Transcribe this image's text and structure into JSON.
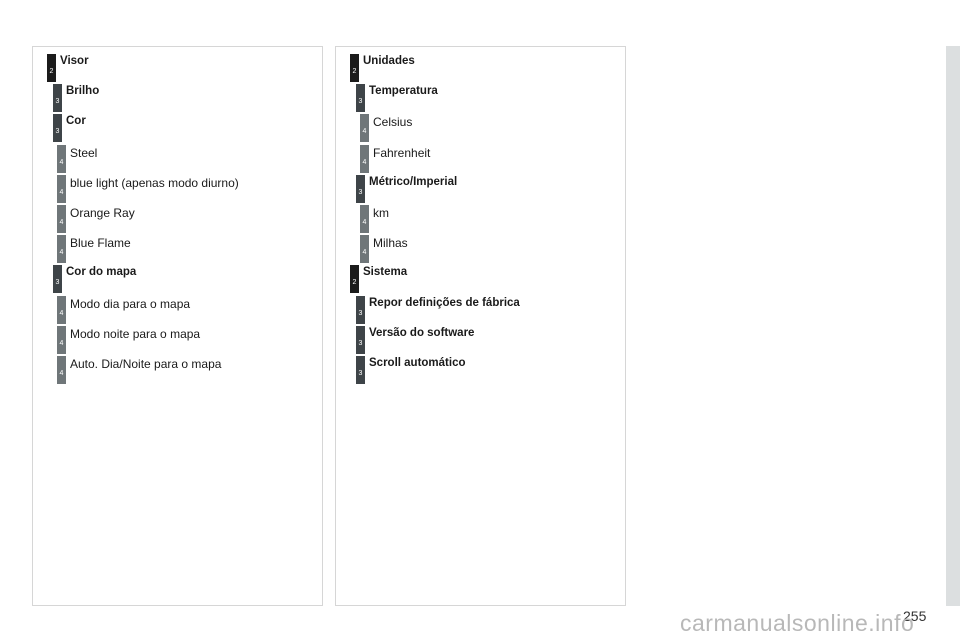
{
  "left": [
    {
      "level": "2",
      "label": "Visor",
      "bold": true
    },
    {
      "level": "3",
      "label": "Brilho",
      "bold": true
    },
    {
      "level": "3",
      "label": "Cor",
      "bold": true
    },
    {
      "level": "4",
      "label": "Steel",
      "bold": false
    },
    {
      "level": "4",
      "label": "blue light (apenas modo diurno)",
      "bold": false
    },
    {
      "level": "4",
      "label": "Orange Ray",
      "bold": false
    },
    {
      "level": "4",
      "label": "Blue Flame",
      "bold": false
    },
    {
      "level": "3",
      "label": "Cor do mapa",
      "bold": true
    },
    {
      "level": "4",
      "label": "Modo dia para o mapa",
      "bold": false
    },
    {
      "level": "4",
      "label": "Modo noite para o mapa",
      "bold": false
    },
    {
      "level": "4",
      "label": "Auto. Dia/Noite para o mapa",
      "bold": false
    }
  ],
  "right": [
    {
      "level": "2",
      "label": "Unidades",
      "bold": true
    },
    {
      "level": "3",
      "label": "Temperatura",
      "bold": true
    },
    {
      "level": "4",
      "label": "Celsius",
      "bold": false
    },
    {
      "level": "4",
      "label": "Fahrenheit",
      "bold": false
    },
    {
      "level": "3",
      "label": "Métrico/Imperial",
      "bold": true
    },
    {
      "level": "4",
      "label": "km",
      "bold": false
    },
    {
      "level": "4",
      "label": "Milhas",
      "bold": false
    },
    {
      "level": "2",
      "label": "Sistema",
      "bold": true
    },
    {
      "level": "3",
      "label": "Repor definições de fábrica",
      "bold": true
    },
    {
      "level": "3",
      "label": "Versão do software",
      "bold": true
    },
    {
      "level": "3",
      "label": "Scroll automático",
      "bold": true
    }
  ],
  "page_number": "255",
  "watermark": "carmanualsonline.info"
}
